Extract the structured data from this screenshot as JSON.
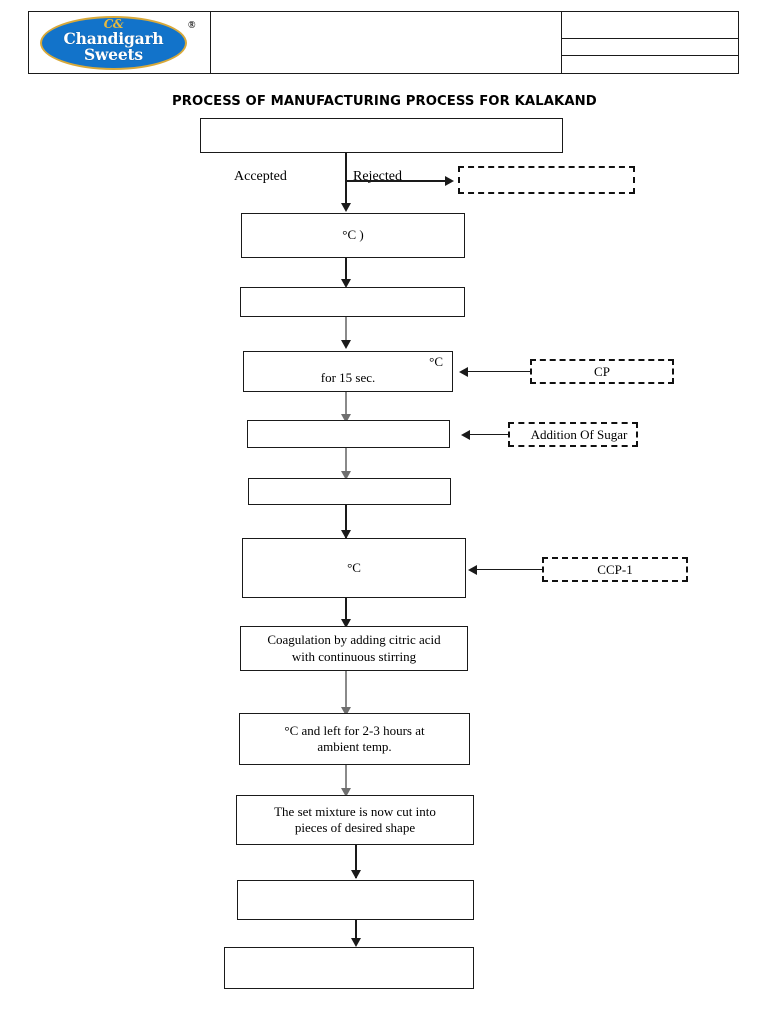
{
  "header": {
    "logo": {
      "monogram": "C&",
      "line1": "Chandigarh",
      "line2": "Sweets",
      "registered_mark": "®",
      "ellipse_color": "#1273ca",
      "border_color": "#d8a93a",
      "text_color": "#ffffff"
    },
    "middle_cell": "",
    "right_cells": [
      "",
      "",
      ""
    ]
  },
  "chart_data": {
    "type": "diagram",
    "title": "PROCESS OF MANUFACTURING PROCESS FOR KALAKAND",
    "nodes": [
      {
        "id": "n1",
        "label": "",
        "shape": "process"
      },
      {
        "id": "n2",
        "label": "°C )",
        "shape": "process"
      },
      {
        "id": "n3",
        "label": "",
        "shape": "process"
      },
      {
        "id": "n4",
        "label_right": "°C",
        "label_center": "for 15 sec.",
        "shape": "process"
      },
      {
        "id": "n5",
        "label": "",
        "shape": "process"
      },
      {
        "id": "n6",
        "label": "",
        "shape": "process"
      },
      {
        "id": "n7",
        "label": "°C",
        "shape": "process"
      },
      {
        "id": "n8",
        "label": "Coagulation by adding citric acid with continuous stirring",
        "shape": "process"
      },
      {
        "id": "n9",
        "label": "°C and left for 2-3 hours at ambient temp.",
        "shape": "process"
      },
      {
        "id": "n10",
        "label": "The set mixture is now cut into pieces of desired shape",
        "shape": "process"
      },
      {
        "id": "n11",
        "label": "",
        "shape": "process"
      },
      {
        "id": "n12",
        "label": "",
        "shape": "process"
      }
    ],
    "annotation_nodes": [
      {
        "id": "d1",
        "label": "",
        "shape": "dashed"
      },
      {
        "id": "d2",
        "label": "CP",
        "shape": "dashed"
      },
      {
        "id": "d3",
        "label": "Addition Of Sugar",
        "shape": "dashed"
      },
      {
        "id": "d4",
        "label": "CCP-1",
        "shape": "dashed"
      }
    ],
    "edge_labels": [
      {
        "id": "e-accepted",
        "label": "Accepted"
      },
      {
        "id": "e-rejected",
        "label": "Rejected"
      }
    ]
  },
  "flow": {
    "title": "PROCESS OF MANUFACTURING PROCESS FOR KALAKAND",
    "box1": "",
    "label_accepted": "Accepted",
    "label_rejected": "Rejected",
    "dashed_rejected": "",
    "box2": "°C )",
    "box3": "",
    "box4_right": "°C",
    "box4_center": "for 15 sec.",
    "dashed_cp": "CP",
    "box5": "",
    "dashed_sugar": "Addition Of Sugar",
    "box6": "",
    "box7": "°C",
    "dashed_ccp1": "CCP-1",
    "box8_line1": "Coagulation by adding citric acid",
    "box8_line2": "with continuous stirring",
    "box9_line1": "°C and left for 2-3 hours at",
    "box9_line2": "ambient temp.",
    "box10_line1": "The set mixture is now cut into",
    "box10_line2": "pieces of desired shape",
    "box11": "",
    "box12": ""
  }
}
